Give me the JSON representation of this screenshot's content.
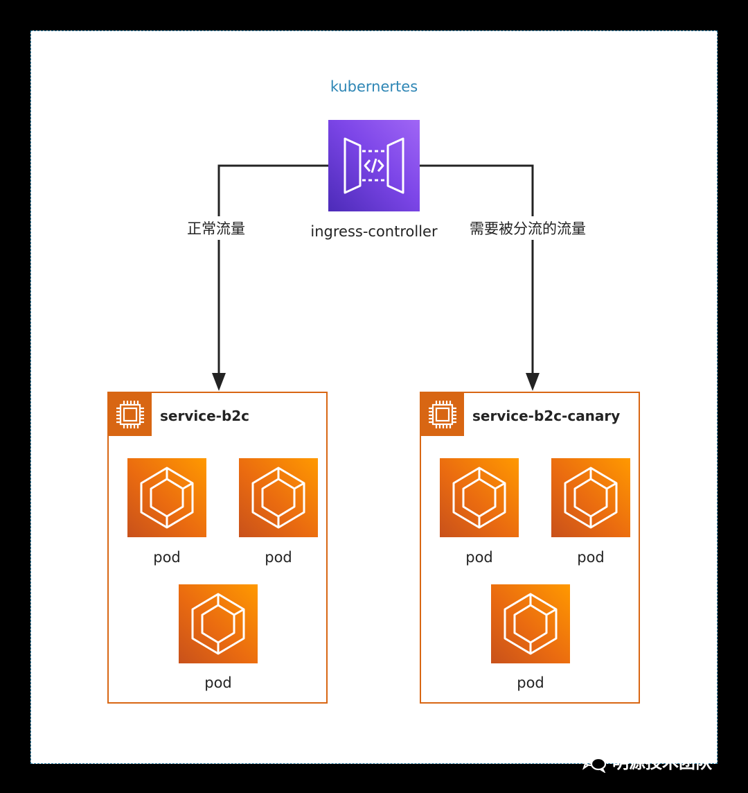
{
  "diagram": {
    "cluster_title": "kubernertes",
    "ingress": {
      "label": "ingress-controller",
      "icon": "api-gateway-icon"
    },
    "edges": [
      {
        "from": "ingress-controller",
        "to": "service-b2c",
        "label": "正常流量"
      },
      {
        "from": "ingress-controller",
        "to": "service-b2c-canary",
        "label": "需要被分流的流量"
      }
    ],
    "services": [
      {
        "title": "service-b2c",
        "icon": "chip-icon",
        "pods": [
          {
            "label": "pod"
          },
          {
            "label": "pod"
          },
          {
            "label": "pod"
          }
        ]
      },
      {
        "title": "service-b2c-canary",
        "icon": "chip-icon",
        "pods": [
          {
            "label": "pod"
          },
          {
            "label": "pod"
          },
          {
            "label": "pod"
          }
        ]
      }
    ]
  },
  "watermark": {
    "text": "明源技术团队",
    "icon": "wechat-icon"
  },
  "colors": {
    "cluster_border": "#3a8fb7",
    "cluster_title": "#2e86b5",
    "ingress": "#7d46e8",
    "service_border": "#d86613",
    "pod": "#ea6b10",
    "arrow": "#232323"
  }
}
